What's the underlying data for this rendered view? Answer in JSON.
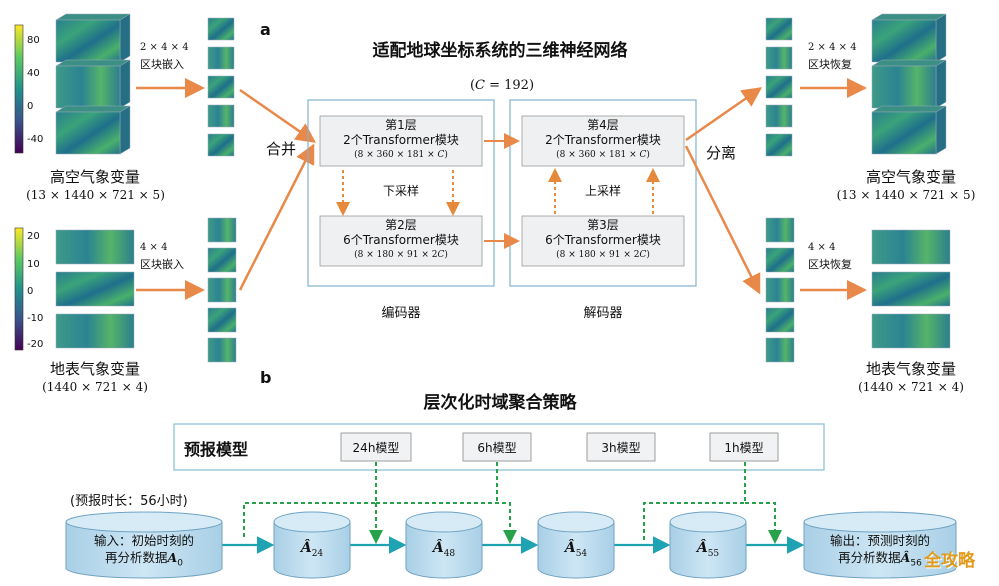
{
  "panel_a": {
    "letter": "a",
    "title": "适配地球坐标系统的三维神经网络",
    "c_label": "(𝐶 = 192)",
    "left_upper": {
      "colorbar_ticks": [
        "80",
        "40",
        "0",
        "-40"
      ],
      "embed_label_1": "2 × 4 × 4",
      "embed_label_2": "区块嵌入",
      "var_name": "高空气象变量",
      "var_shape": "(13 × 1440 × 721 × 5)"
    },
    "left_lower": {
      "colorbar_ticks": [
        "20",
        "10",
        "0",
        "-10",
        "-20"
      ],
      "embed_label_1": "4 × 4",
      "embed_label_2": "区块嵌入",
      "var_name": "地表气象变量",
      "var_shape": "(1440 × 721 × 4)"
    },
    "merge_label": "合并",
    "split_label": "分离",
    "encoder": {
      "label": "编码器",
      "layer1": {
        "title": "第1层",
        "desc": "2个Transformer模块",
        "shape": "(8 × 360 × 181 × 𝐶)"
      },
      "layer2": {
        "title": "第2层",
        "desc": "6个Transformer模块",
        "shape": "(8 × 180 × 91 × 2𝐶)"
      },
      "down_label": "下采样"
    },
    "decoder": {
      "label": "解码器",
      "layer4": {
        "title": "第4层",
        "desc": "2个Transformer模块",
        "shape": "(8 × 360 × 181 × 𝐶)"
      },
      "layer3": {
        "title": "第3层",
        "desc": "6个Transformer模块",
        "shape": "(8 × 180 × 91 × 2𝐶)"
      },
      "up_label": "上采样"
    },
    "right_upper": {
      "recover_label_1": "2 × 4 × 4",
      "recover_label_2": "区块恢复",
      "var_name": "高空气象变量",
      "var_shape": "(13 × 1440 × 721 × 5)"
    },
    "right_lower": {
      "recover_label_1": "4 × 4",
      "recover_label_2": "区块恢复",
      "var_name": "地表气象变量",
      "var_shape": "(1440 × 721 × 4)"
    }
  },
  "panel_b": {
    "letter": "b",
    "title": "层次化时域聚合策略",
    "models_title": "预报模型",
    "models": [
      "24h模型",
      "6h模型",
      "3h模型",
      "1h模型"
    ],
    "lead_time": "(预报时长：56小时)",
    "input": {
      "line1": "输入：初始时刻的",
      "line2": "再分析数据",
      "symbol": "𝑨",
      "sub": "0"
    },
    "steps": [
      {
        "symbol": "Â",
        "sub": "24"
      },
      {
        "symbol": "Â",
        "sub": "48"
      },
      {
        "symbol": "Â",
        "sub": "54"
      },
      {
        "symbol": "Â",
        "sub": "55"
      }
    ],
    "output": {
      "line1": "输出：预测时刻的",
      "line2": "再分析数据",
      "symbol": "Â",
      "sub": "56"
    }
  },
  "watermark": "全攻略",
  "colors": {
    "arrow_orange": "#e8894a",
    "dashed_orange": "#e58a3c",
    "box_fill": "#eef0f1",
    "frame_blue": "#7fb3cf",
    "teal_arrow": "#1fa3b3",
    "green_dash": "#27a24b",
    "cylinder_fill": "#bfdcee",
    "cylinder_stroke": "#6fa3c2",
    "models_frame": "#8fc3d6",
    "model_box": "#f1f2f3"
  }
}
